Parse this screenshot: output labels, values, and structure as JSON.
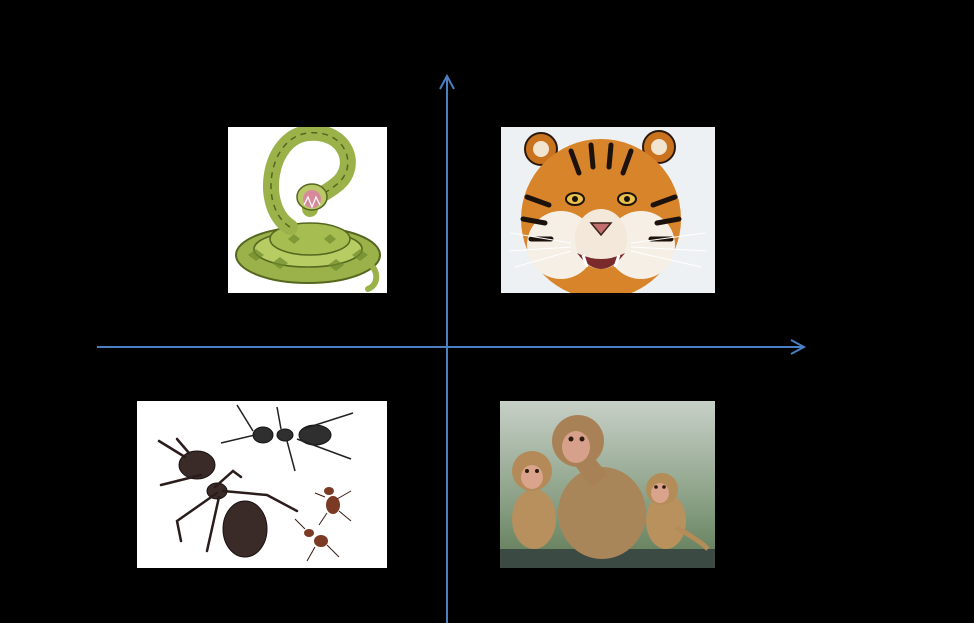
{
  "diagram": {
    "axis_color": "#4a7fc1",
    "background": "#000000",
    "quadrants": {
      "top_left": {
        "subject": "snake",
        "icon": "snake-illustration"
      },
      "top_right": {
        "subject": "tiger",
        "icon": "tiger-photo"
      },
      "bottom_left": {
        "subject": "ants",
        "icon": "ants-photo"
      },
      "bottom_right": {
        "subject": "monkeys",
        "icon": "monkeys-photo"
      }
    }
  }
}
